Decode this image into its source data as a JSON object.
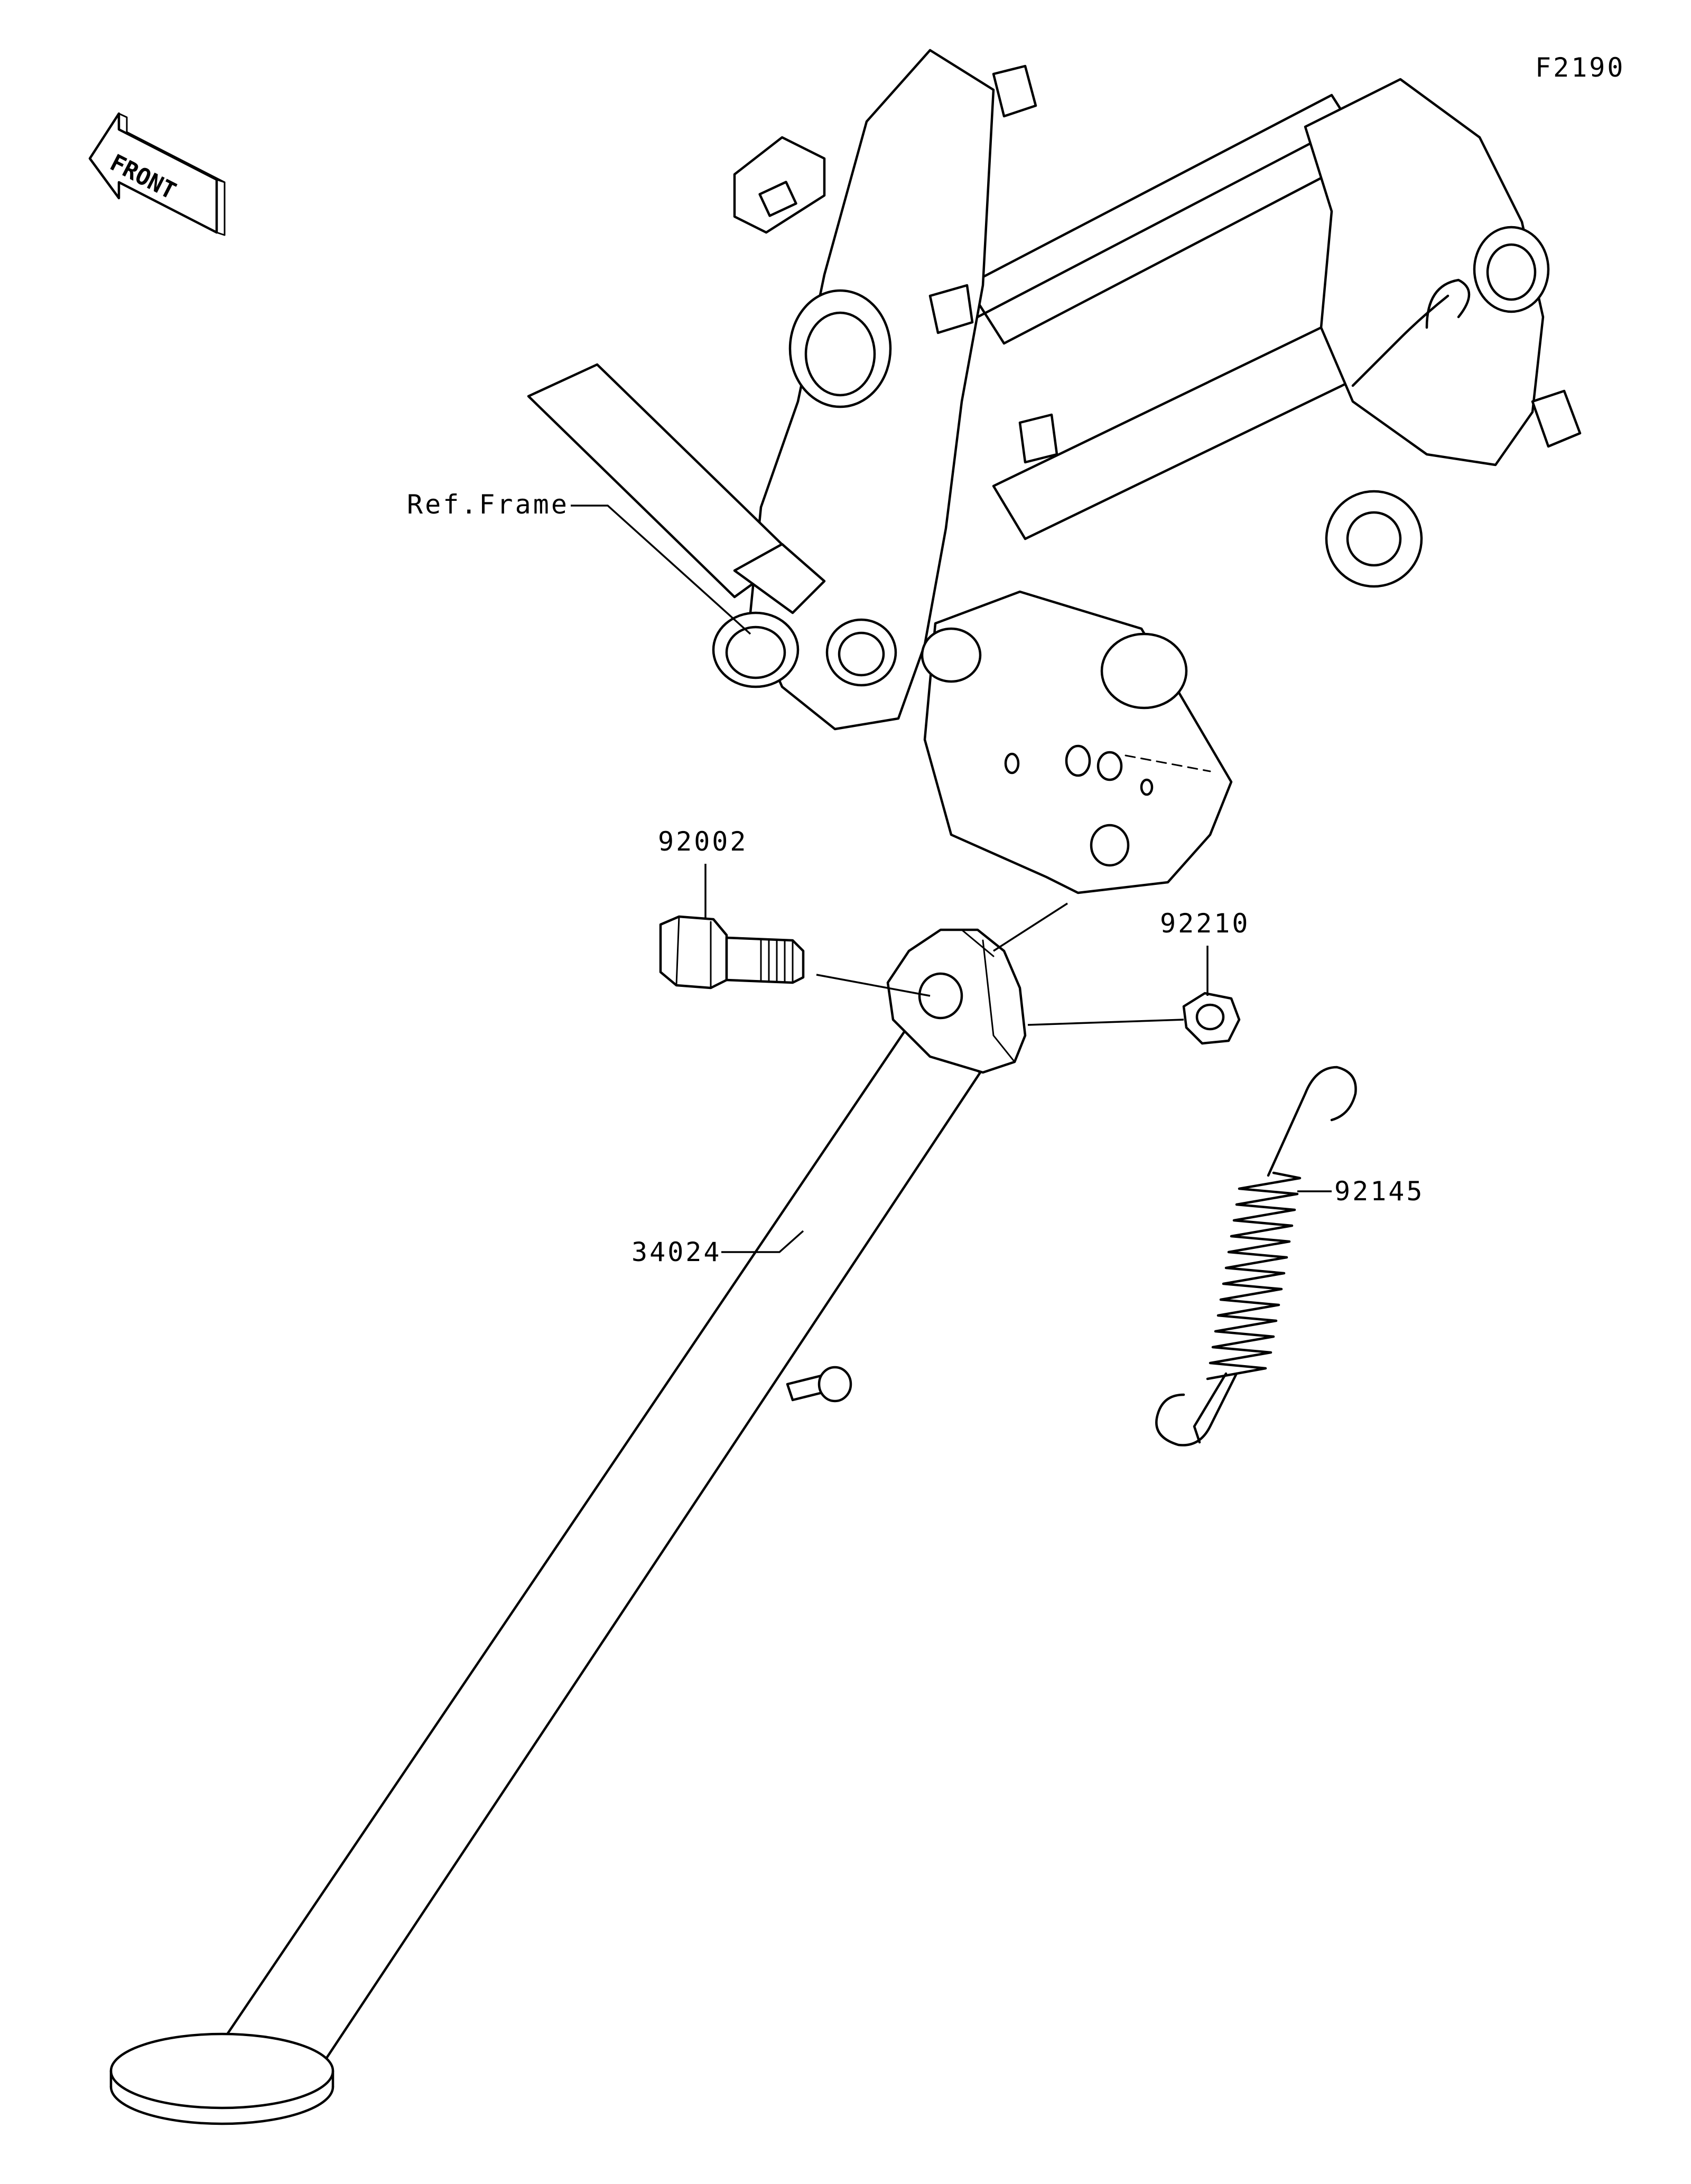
{
  "diagram": {
    "figure_code": "F2190",
    "front_label": "FRONT",
    "callouts": [
      {
        "id": "ref-frame",
        "label": "Ref.Frame"
      },
      {
        "id": "92002",
        "label": "92002"
      },
      {
        "id": "92210",
        "label": "92210"
      },
      {
        "id": "92145",
        "label": "92145"
      },
      {
        "id": "34024",
        "label": "34024"
      }
    ]
  }
}
